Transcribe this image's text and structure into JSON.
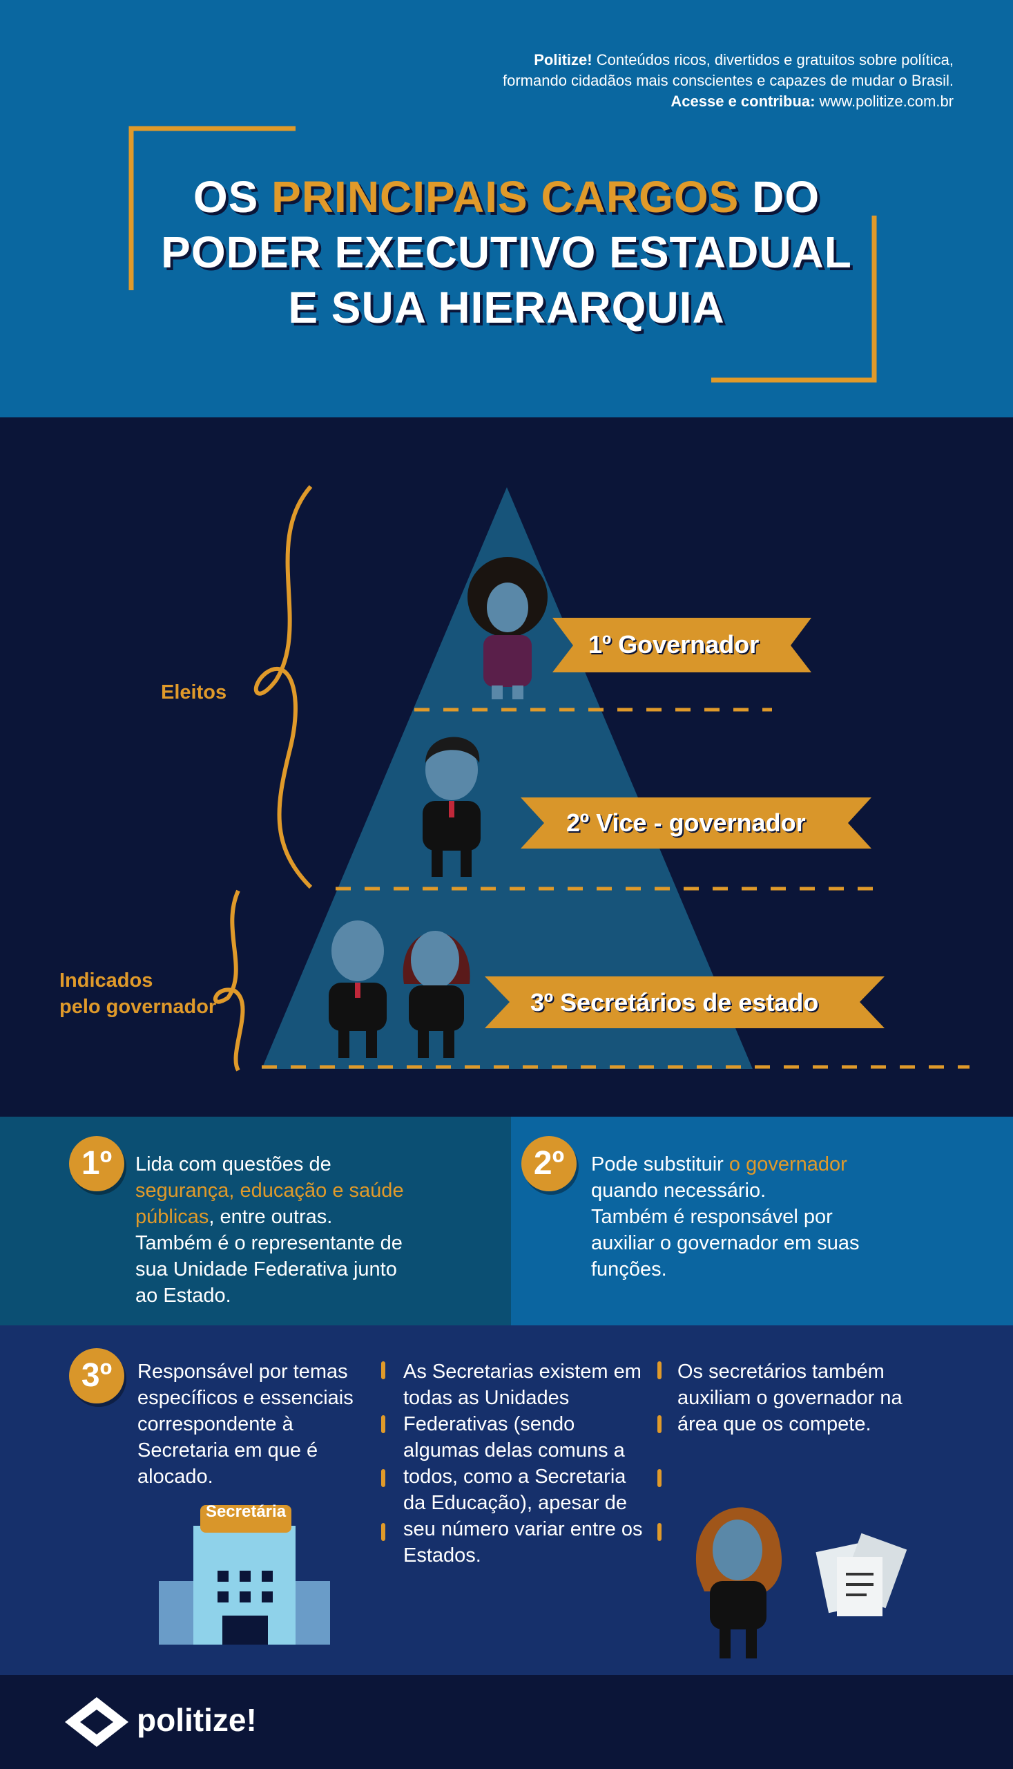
{
  "header": {
    "brand": "Politize!",
    "tagline_1": "Conteúdos ricos, divertidos e gratuitos sobre política,",
    "tagline_2": "formando cidadãos mais conscientes e capazes de mudar o Brasil.",
    "cta_label": "Acesse e contribua:",
    "url": "www.politize.com.br",
    "title_1a": "OS ",
    "title_1b": "PRINCIPAIS CARGOS",
    "title_1c": " DO",
    "title_2": "PODER EXECUTIVO ESTADUAL",
    "title_3": "E SUA HIERARQUIA"
  },
  "pyramid": {
    "group_elected": "Eleitos",
    "group_appointed_1": "Indicados",
    "group_appointed_2": "pelo governador",
    "levels": [
      {
        "label": "1º Governador"
      },
      {
        "label": "2º Vice - governador"
      },
      {
        "label": "3º Secretários de estado"
      }
    ]
  },
  "details": {
    "first": {
      "number": "1º",
      "t1": "Lida com questões de",
      "t2": "segurança, educação e saúde",
      "t3a": "públicas",
      "t3b": ", entre outras.",
      "t4": "Também é o representante de",
      "t5": "sua Unidade Federativa junto",
      "t6": "ao Estado."
    },
    "second": {
      "number": "2º",
      "t1a": "Pode substituir ",
      "t1b": "o governador",
      "t2": "quando necessário.",
      "t3": "Também é responsável por",
      "t4": "auxiliar o governador em suas",
      "t5": "funções."
    },
    "third": {
      "number": "3º",
      "col1": "Responsável por temas específicos e essenciais correspondente à Secretaria em que é alocado.",
      "col2": "As Secretarias existem em todas as Unidades Federativas (sendo algumas delas comuns a todos, como a Secretaria da Educação), apesar de seu número variar entre os Estados.",
      "col3": "Os secretários também auxiliam o governador na área que os compete.",
      "building_sign": "Secretária"
    }
  },
  "footer": {
    "logo_text": "politize!"
  },
  "colors": {
    "accent": "#e09a2a",
    "header": "#0a67a0",
    "dark": "#0b1538",
    "pyramid": "#17547a"
  }
}
